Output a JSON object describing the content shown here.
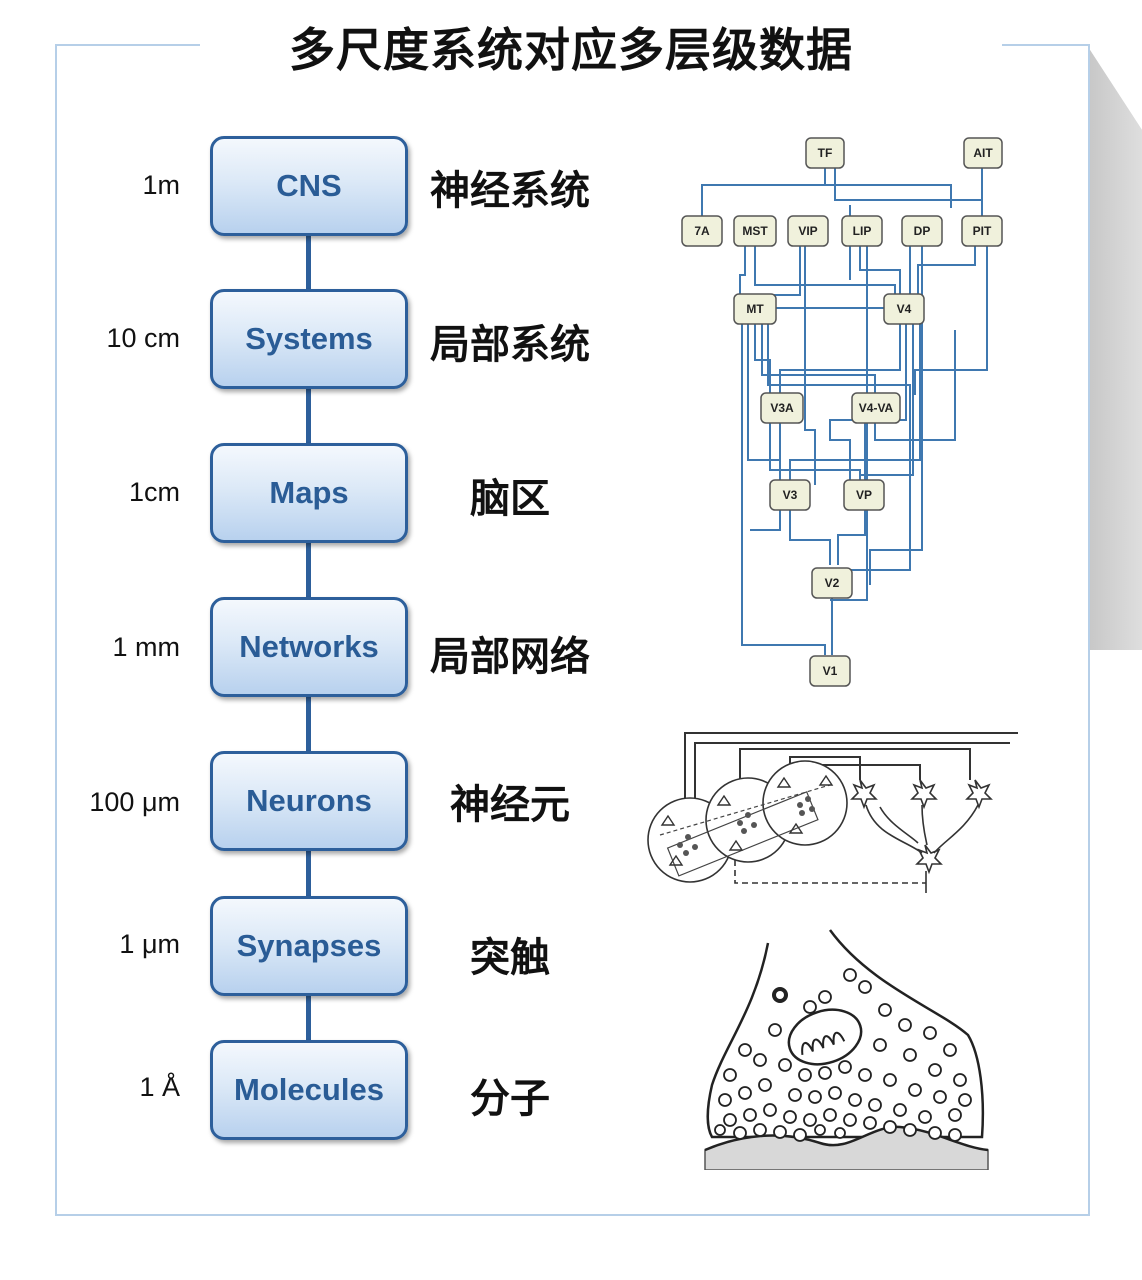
{
  "title": "多尺度系统对应多层级数据",
  "levels": [
    {
      "scale": "1m",
      "label": "CNS",
      "zh": "神经系统"
    },
    {
      "scale": "10 cm",
      "label": "Systems",
      "zh": "局部系统"
    },
    {
      "scale": "1cm",
      "label": "Maps",
      "zh": "脑区"
    },
    {
      "scale": "1 mm",
      "label": "Networks",
      "zh": "局部网络"
    },
    {
      "scale": "100 μm",
      "label": "Neurons",
      "zh": "神经元"
    },
    {
      "scale": "1 μm",
      "label": "Synapses",
      "zh": "突触"
    },
    {
      "scale": "1 Å",
      "label": "Molecules",
      "zh": "分子"
    }
  ],
  "network_nodes": [
    "TF",
    "AIT",
    "7A",
    "MST",
    "VIP",
    "LIP",
    "DP",
    "PIT",
    "MT",
    "V4",
    "V3A",
    "V4-VA",
    "V3",
    "VP",
    "V2",
    "V1"
  ],
  "colors": {
    "accent": "#2d5f9b",
    "box_fill": "#dce9f7",
    "node_fill": "#f0f1dc",
    "wire": "#3f78b0"
  }
}
